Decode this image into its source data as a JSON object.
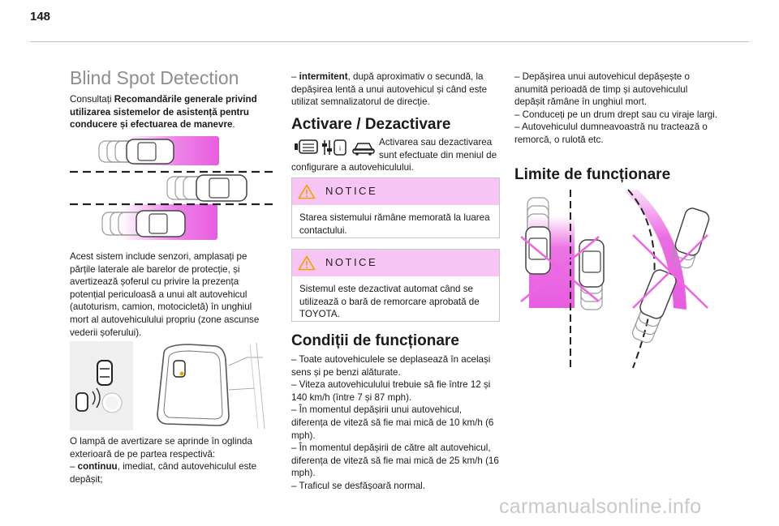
{
  "page": {
    "number": "148"
  },
  "left": {
    "title": "Blind Spot Detection",
    "intro_pre": "Consultați ",
    "intro_bold": "Recomandările generale privind utilizarea sistemelor de asistență pentru conducere și efectuarea de manevre",
    "intro_post": ".",
    "desc": "Acest sistem include senzori, amplasați pe părțile laterale ale barelor de protecție, și avertizează șoferul cu privire la prezența potențial periculoasă a unui alt autovehicul (autoturism, camion, motocicletă) în unghiul mort al autovehiculului propriu (zone ascunse vederii șoferului).",
    "mirror_text": "O lampă de avertizare se aprinde în oglinda exterioară de pe partea respectivă:",
    "bullet1_dash": "–  ",
    "bullet1_bold": "continuu",
    "bullet1_rest": ", imediat, când autovehiculul este depășit;"
  },
  "middle": {
    "cont_dash": "–  ",
    "cont_bold": "intermitent",
    "cont_rest": ", după aproximativ o secundă, la depășirea lentă a unui autovehicul și când este utilizat semnalizatorul de direcție.",
    "activation_title": "Activare / Dezactivare",
    "activation_text_top": "Activarea sau dezactivarea sunt efectuate din meniul de",
    "activation_text_bottom": "configurare a autovehiculului.",
    "notice1": {
      "label": "NOTICE",
      "text": "Starea sistemului rămâne memorată la luarea contactului."
    },
    "notice2": {
      "label": "NOTICE",
      "text": "Sistemul este dezactivat automat când se utilizează o bară de remorcare aprobată de TOYOTA."
    },
    "conditions_title": "Condiții de funcționare",
    "conditions": [
      "–  Toate autovehiculele se deplasează în același sens și pe benzi alăturate.",
      "–  Viteza autovehiculului trebuie să fie între 12 și 140 km/h (între 7 și 87 mph).",
      "–  În momentul depășirii unui autovehicul, diferența de viteză să fie mai mică de 10 km/h (6 mph).",
      "–  În momentul depășirii de către alt autovehicul, diferența de viteză să fie mai mică de 25 km/h (16 mph).",
      "–  Traficul se desfășoară normal."
    ]
  },
  "right": {
    "items": [
      "–  Depășirea unui autovehicul depășește o anumită perioadă de timp și autovehiculul depășit rămâne în unghiul mort.",
      "–  Conduceți pe un drum drept sau cu viraje largi.",
      "–  Autovehiculul dumneavoastră nu tractează o remorcă, o rulotă etc."
    ],
    "limits_title": "Limite de funcționare"
  },
  "colors": {
    "highlight": "#e85ce0",
    "notice_bg": "#f7c5f4",
    "warning": "#f2a000",
    "title_gray": "#8e8e8e",
    "cross": "#ee66e4"
  },
  "watermark": "carmanualsonline.info"
}
